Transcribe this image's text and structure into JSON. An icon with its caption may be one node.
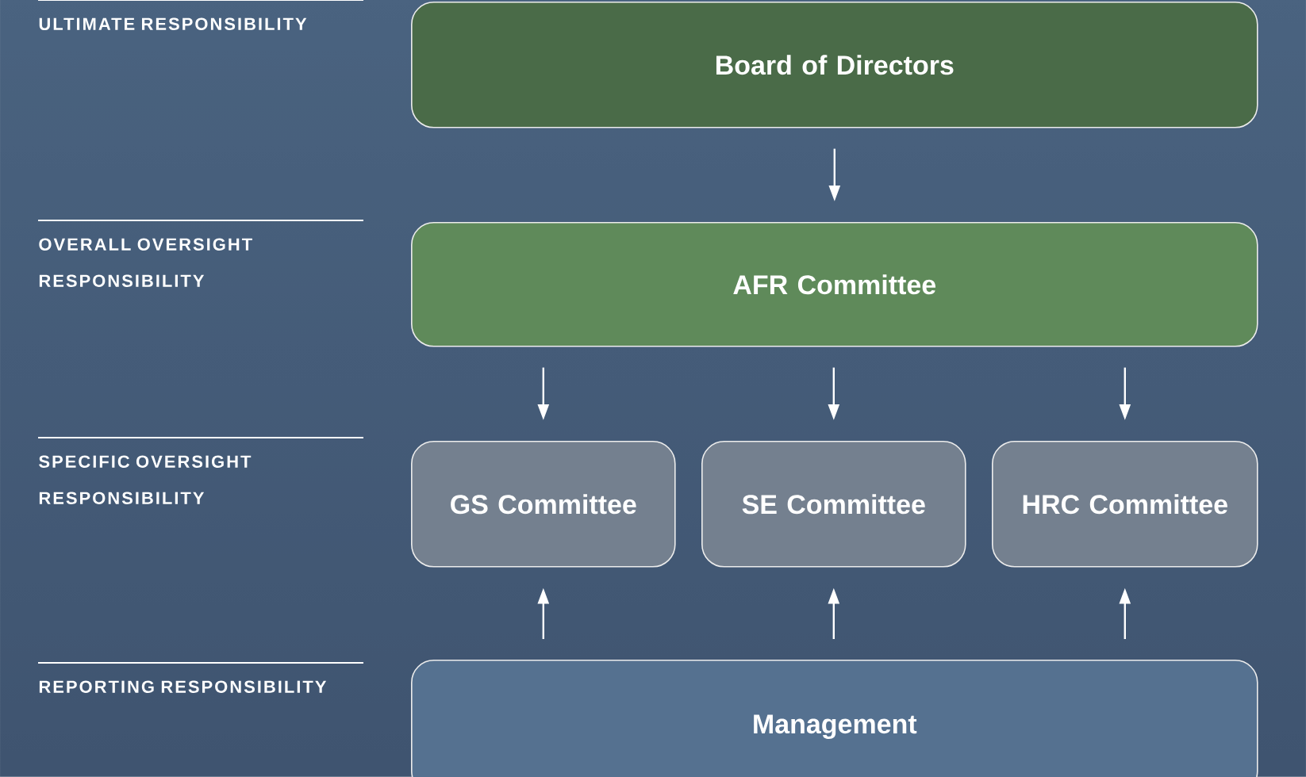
{
  "diagram": {
    "nodes": [
      {
        "text": [
          "Board of Directors"
        ]
      },
      {
        "text": [
          "AFR Committee"
        ]
      },
      {
        "text": [
          "GS Committee"
        ]
      },
      {
        "text": [
          "SE Committee"
        ]
      },
      {
        "text": [
          "HRC Committee"
        ]
      },
      {
        "text": [
          "Management"
        ]
      }
    ],
    "edges": [
      {
        "from": 0,
        "to": 1,
        "arrow": "to"
      },
      {
        "from": 1,
        "to": 2,
        "arrow": "to"
      },
      {
        "from": 1,
        "to": 3,
        "arrow": "to"
      },
      {
        "from": 1,
        "to": 4,
        "arrow": "to"
      },
      {
        "from": 5,
        "to": 2,
        "arrow": "to"
      },
      {
        "from": 5,
        "to": 3,
        "arrow": "to"
      },
      {
        "from": 5,
        "to": 4,
        "arrow": "to"
      }
    ],
    "labels": [
      "ULTIMATE RESPONSIBILITY",
      "OVERALL OVERSIGHT RESPONSIBILITY",
      "SPECIFIC OVERSIGHT RESPONSIBILITY",
      "REPORTING RESPONSIBILITY"
    ]
  }
}
